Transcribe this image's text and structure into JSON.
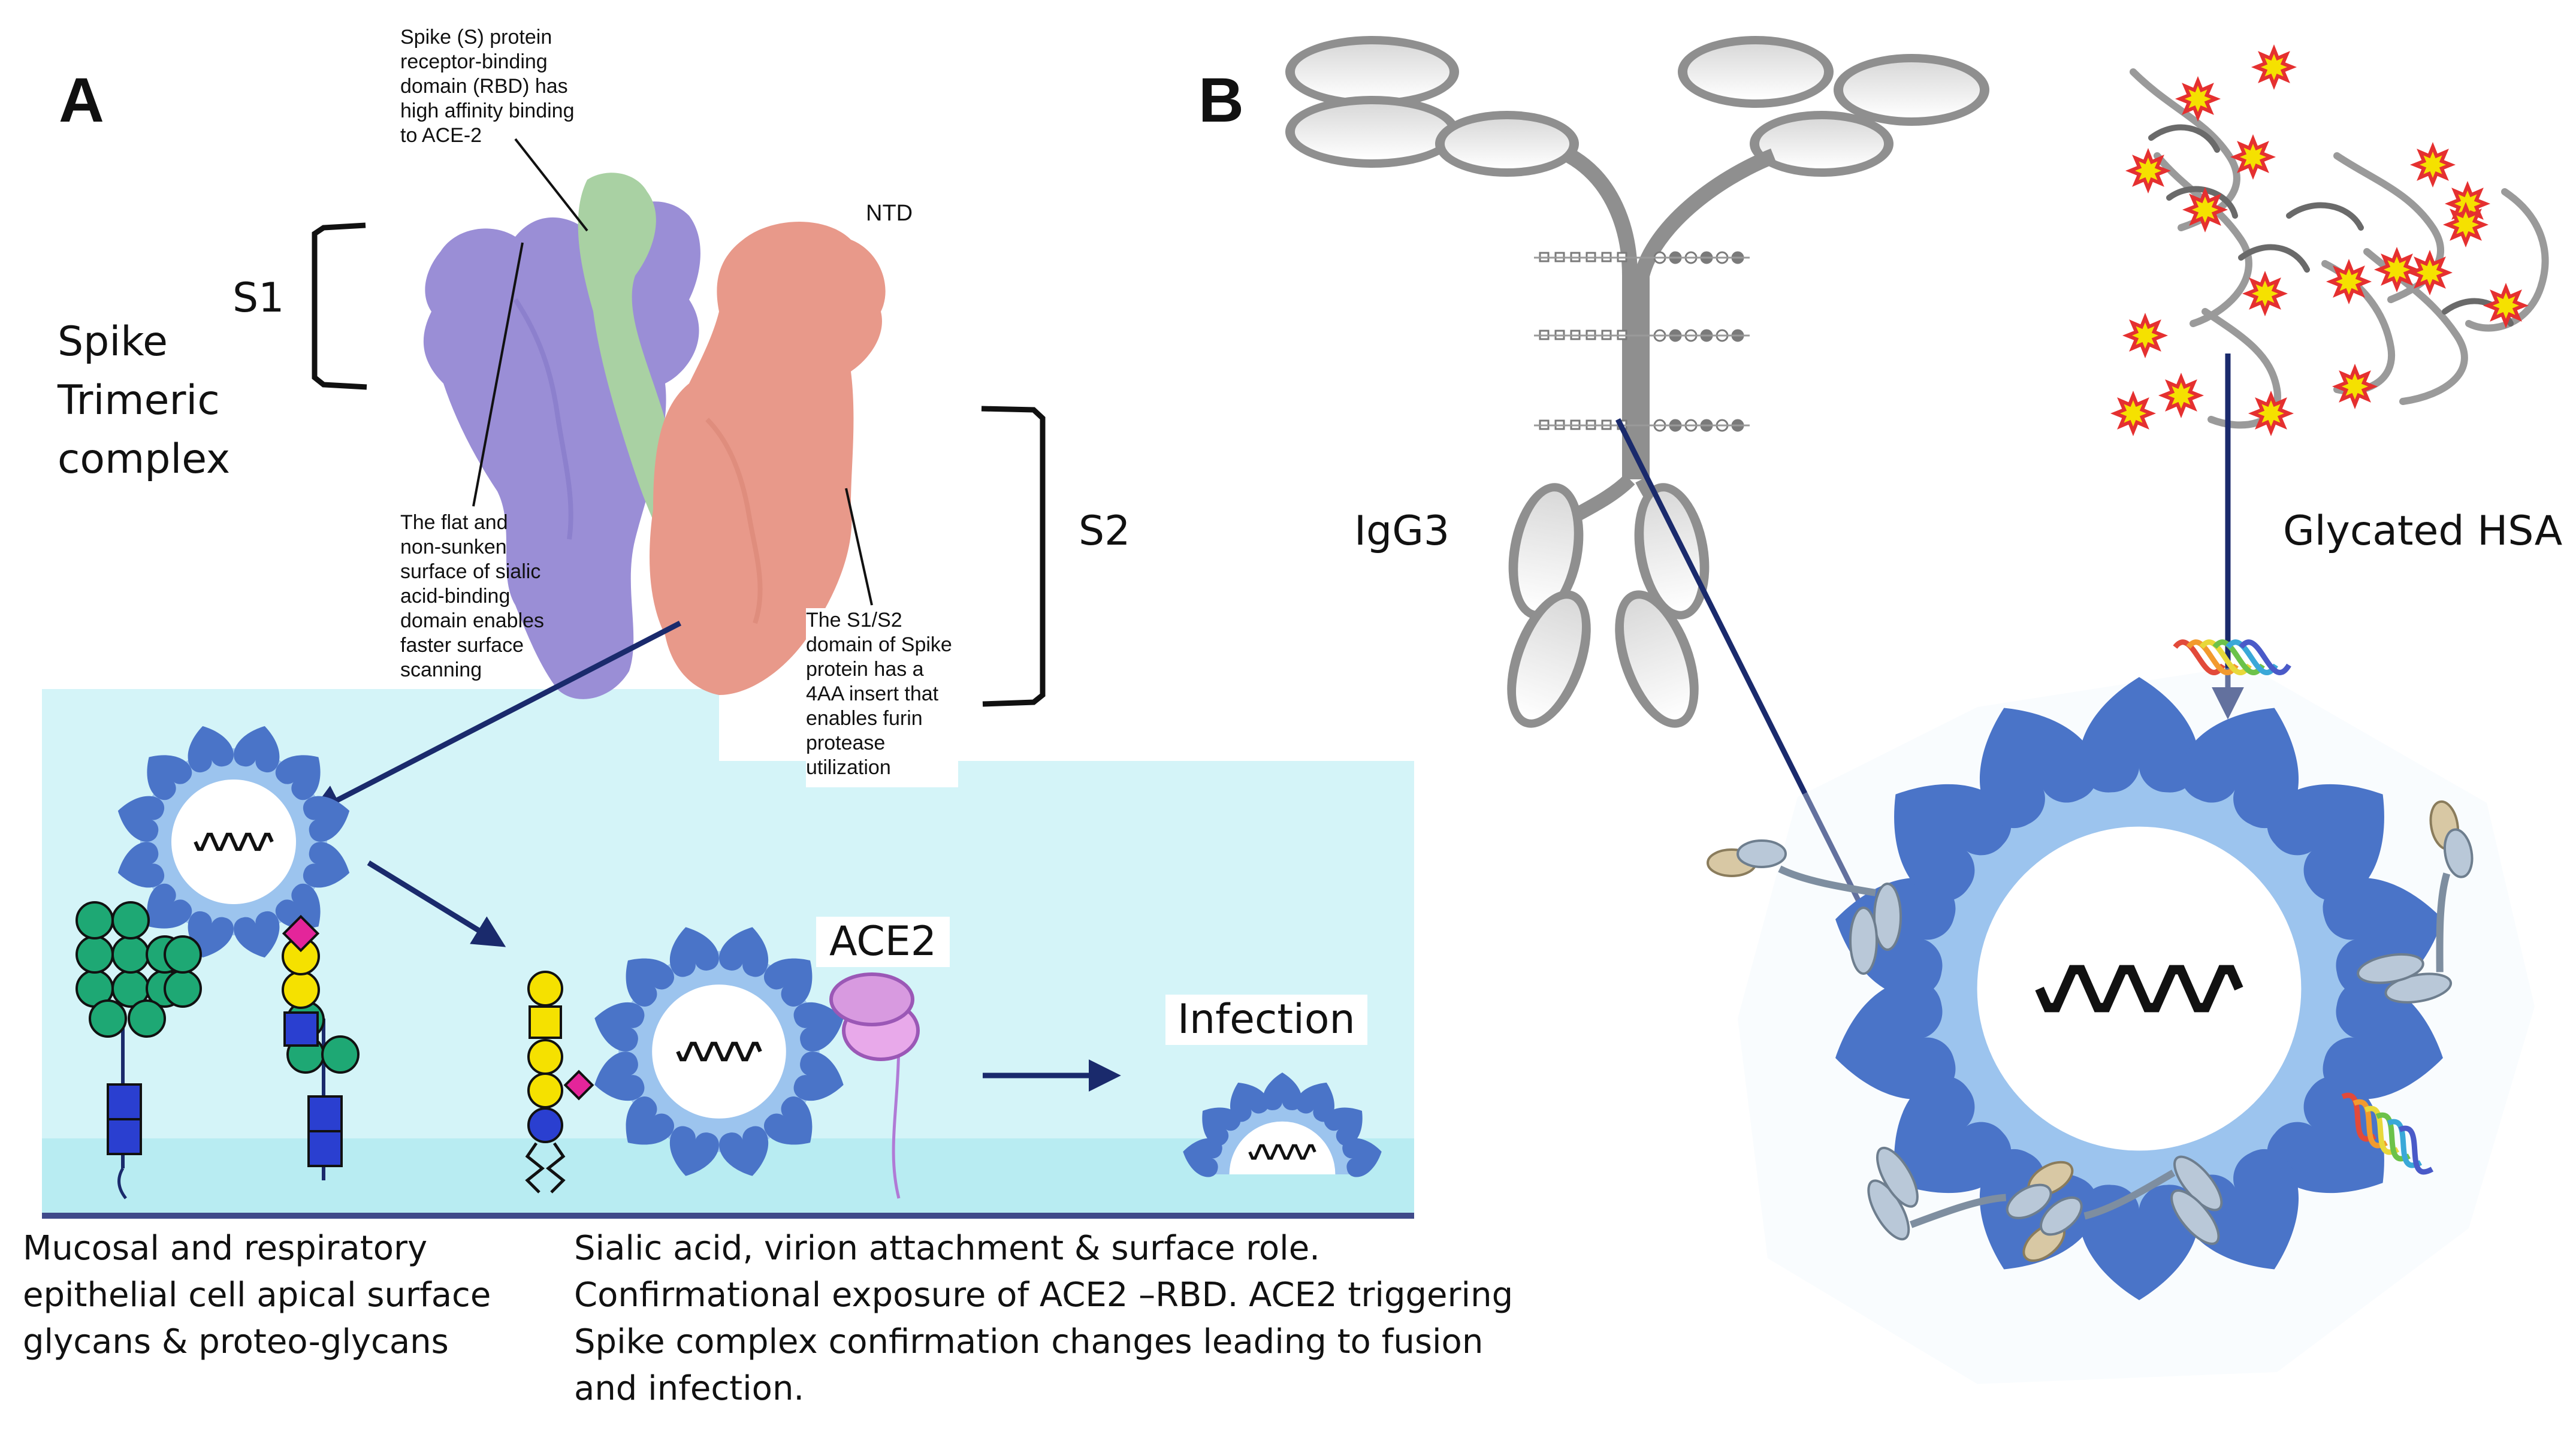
{
  "panel_a": {
    "letter": "A",
    "rbd_note": [
      "Spike (S) protein",
      "receptor-binding",
      "domain (RBD) has",
      "high affinity binding",
      "to ACE-2"
    ],
    "ntd_label": "NTD",
    "s1_label": "S1",
    "s2_label": "S2",
    "spike_label": [
      "Spike",
      "Trimeric",
      "complex"
    ],
    "sialic_note": [
      "The flat and",
      "non-sunken",
      "surface of sialic",
      "acid-binding",
      "domain enables",
      "faster surface",
      "scanning"
    ],
    "furin_note": [
      "The S1/S2",
      "domain of Spike",
      "protein has a",
      "4AA insert that",
      "enables furin",
      "protease",
      "utilization"
    ],
    "ace2_label": "ACE2",
    "infection_label": "Infection",
    "caption_left": [
      "Mucosal and respiratory",
      "epithelial cell apical surface",
      "glycans & proteo-glycans"
    ],
    "caption_right": [
      "Sialic acid, virion attachment & surface role.",
      "Confirmational exposure of ACE2 –RBD. ACE2 triggering",
      "Spike complex confirmation changes leading to fusion",
      "and infection."
    ]
  },
  "panel_b": {
    "letter": "B",
    "igg3_label": "IgG3",
    "hsa_label": "Glycated HSA"
  },
  "colors": {
    "spike_purple": "#9a8ed6",
    "spike_salmon": "#e8998a",
    "spike_green": "#a9d1a3",
    "cell_surface": "#d4f4f8",
    "virion_dark": "#4a74c8",
    "virion_light": "#9cc4ee",
    "arrow": "#1a2a6c",
    "glycated_mark": "#e53030"
  }
}
